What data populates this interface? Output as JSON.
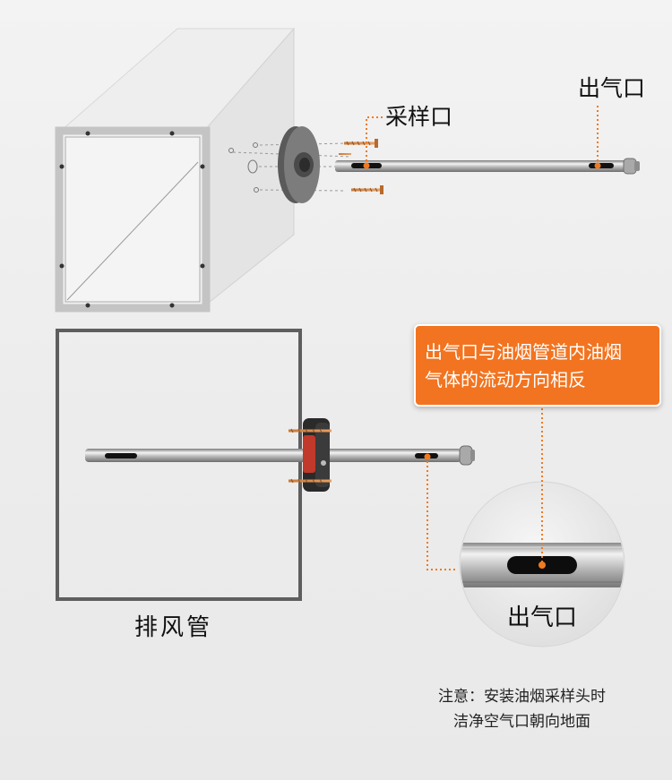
{
  "labels": {
    "sampling_port": "采样口",
    "outlet_top": "出气口",
    "exhaust_duct": "排风管",
    "outlet_zoom": "出气口"
  },
  "callout": {
    "line1": "出气口与油烟管道内油烟",
    "line2": "气体的流动方向相反"
  },
  "note": {
    "line1": "注意：安装油烟采样头时",
    "line2": "洁净空气口朝向地面"
  },
  "colors": {
    "accent": "#f27420",
    "leader": "#f07a1f",
    "duct_frame": "#5e5e5e",
    "pipe": "#b9b9b9"
  }
}
